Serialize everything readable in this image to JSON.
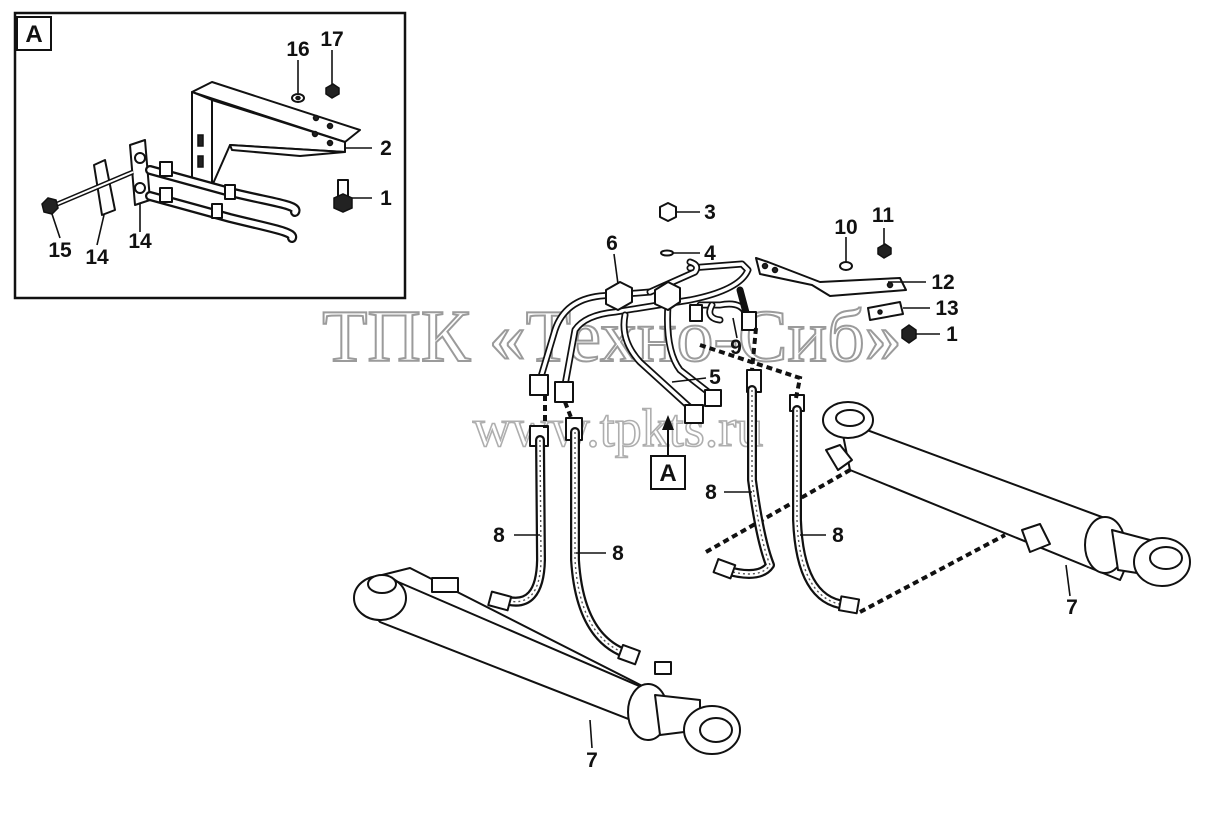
{
  "inset": {
    "label": "A"
  },
  "view_marker": {
    "label": "A"
  },
  "watermark": {
    "line1": "ТПК «Техно-Сиб»",
    "line2": "www.tpkts.ru"
  },
  "callouts": {
    "inset_16": "16",
    "inset_17": "17",
    "inset_2": "2",
    "inset_1": "1",
    "inset_15": "15",
    "inset_14a": "14",
    "inset_14b": "14",
    "main_3": "3",
    "main_4": "4",
    "main_6": "6",
    "main_5": "5",
    "main_9": "9",
    "main_10": "10",
    "main_11": "11",
    "main_12": "12",
    "main_13": "13",
    "main_1": "1",
    "main_8a": "8",
    "main_8b": "8",
    "main_8c": "8",
    "main_8d": "8",
    "main_7a": "7",
    "main_7b": "7"
  }
}
